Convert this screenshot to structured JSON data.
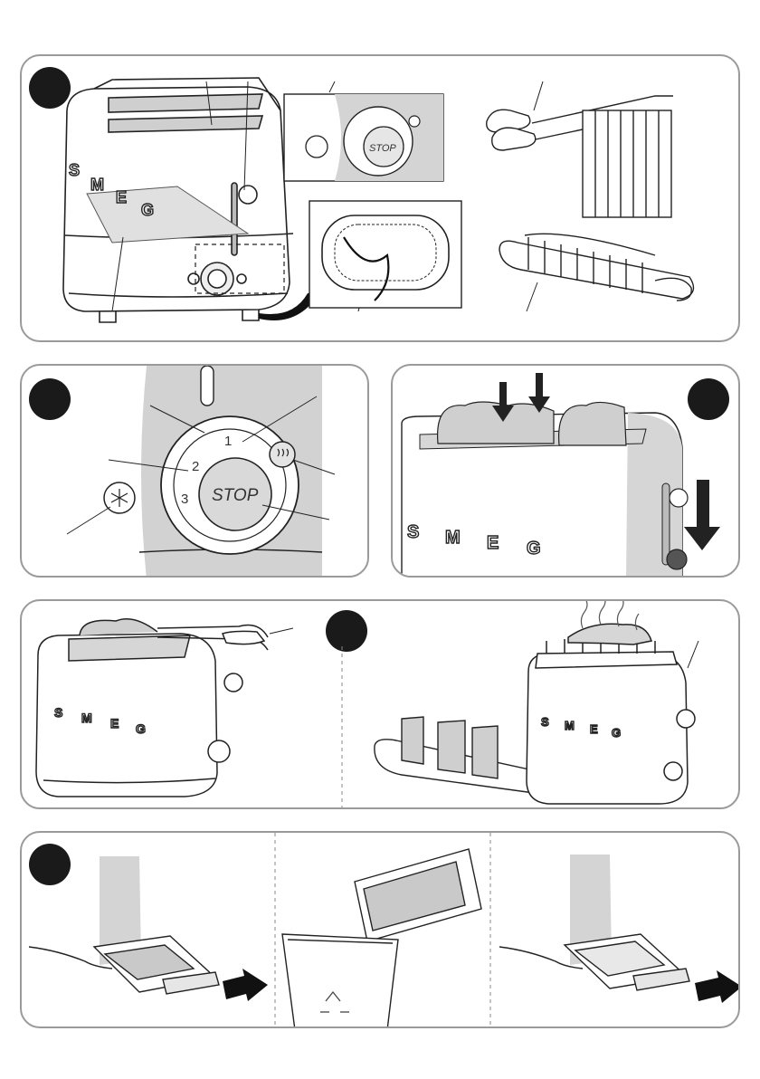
{
  "brand": {
    "logo_letters": [
      "S",
      "M",
      "E",
      "G"
    ]
  },
  "control": {
    "stop_label": "STOP",
    "browning_levels": [
      "3",
      "2",
      "1"
    ]
  },
  "colors": {
    "panel_border": "#9a9a9a",
    "badge": "#1a1a1a",
    "body_shade": "#d2d2d2",
    "outline": "#222222"
  },
  "icons": {
    "defrost": "snowflake-icon",
    "reheat": "steam-icon",
    "recycle": "recycle-icon",
    "push_direction": "arrow-icon"
  }
}
